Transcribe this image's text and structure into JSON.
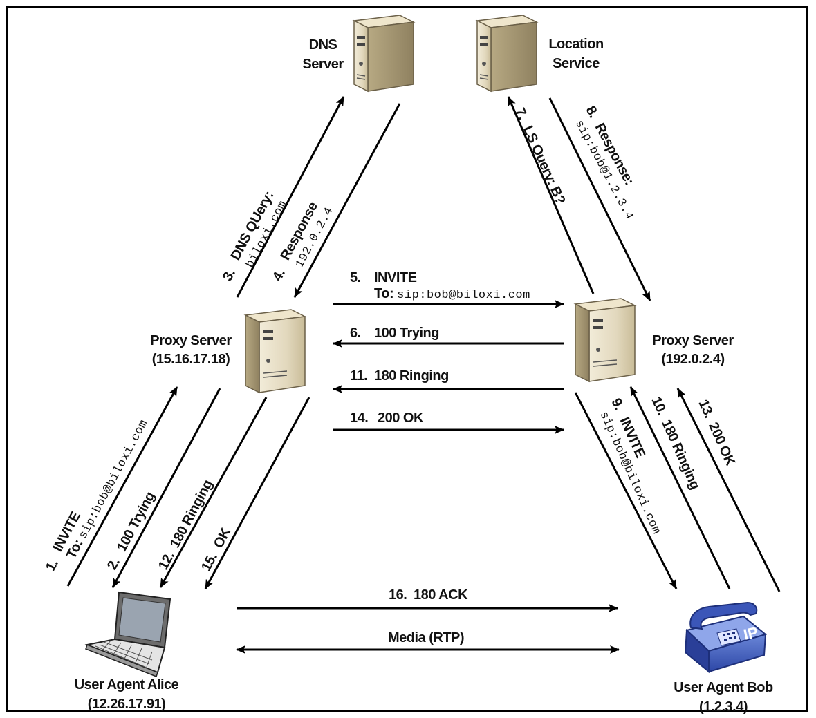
{
  "nodes": {
    "dns": {
      "line1": "DNS",
      "line2": "Server"
    },
    "location": {
      "line1": "Location",
      "line2": "Service"
    },
    "proxy_left": {
      "name": "Proxy Server",
      "address": "(15.16.17.18)"
    },
    "proxy_right": {
      "name": "Proxy Server",
      "address": "(192.0.2.4)"
    },
    "alice": {
      "name": "User Agent Alice",
      "address": "(12.26.17.91)"
    },
    "bob": {
      "name": "User Agent Bob",
      "address": "(1.2.3.4)"
    }
  },
  "messages": {
    "m1": {
      "num": "1.",
      "label": "INVITE",
      "sub_prefix": "To: ",
      "sub_mono": "sip:bob@biloxi.com"
    },
    "m2": {
      "num": "2.",
      "label": "100 Trying"
    },
    "m3": {
      "num": "3.",
      "label": "DNS QUery:",
      "sub_mono": "biloxi.com"
    },
    "m4": {
      "num": "4.",
      "label": "Response",
      "sub_mono": "192.0.2.4"
    },
    "m5": {
      "num": "5.",
      "label": "INVITE",
      "sub_prefix": "To: ",
      "sub_mono": "sip:bob@biloxi.com"
    },
    "m6": {
      "num": "6.",
      "label": "100 Trying"
    },
    "m7": {
      "num": "7.",
      "label": "LS Query: B?"
    },
    "m8": {
      "num": "8.",
      "label": "Response:",
      "sub_mono": "sip:bob@1.2.3.4"
    },
    "m9": {
      "num": "9.",
      "label": "INVITE",
      "sub_mono": "sip:bob@biloxi.com"
    },
    "m10": {
      "num": "10.",
      "label": "180 Ringing"
    },
    "m11": {
      "num": "11.",
      "label": "180 Ringing"
    },
    "m12": {
      "num": "12.",
      "label": "180 Ringing"
    },
    "m13": {
      "num": "13.",
      "label": "200 OK"
    },
    "m14": {
      "num": "14.",
      "label": "200 OK"
    },
    "m15": {
      "num": "15.",
      "label": "OK"
    },
    "m16": {
      "num": "16.",
      "label": "180 ACK"
    },
    "media": {
      "label": "Media (RTP)"
    }
  },
  "phone_badge": "IP"
}
